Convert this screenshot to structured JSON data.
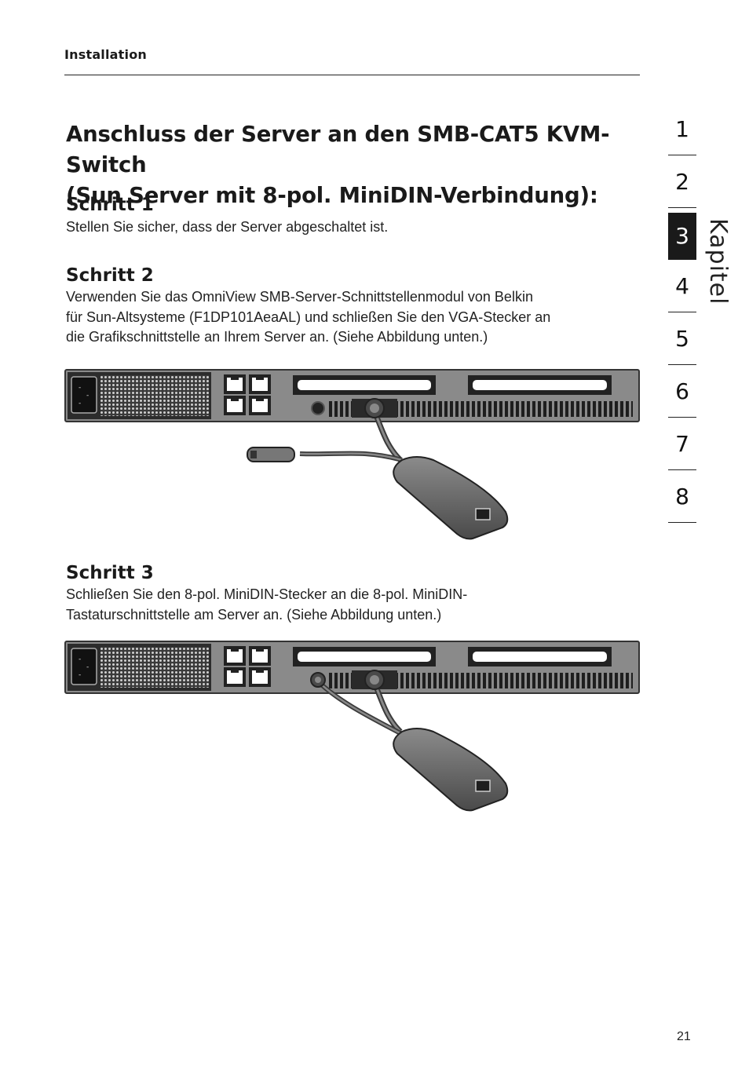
{
  "header": {
    "section": "Installation"
  },
  "title_line1": "Anschluss der Server an den SMB-CAT5 KVM-Switch",
  "title_line2": "(Sun Server mit 8-pol. MiniDIN-Verbindung):",
  "steps": [
    {
      "heading": "Schritt 1",
      "text": "Stellen Sie sicher, dass der Server abgeschaltet ist."
    },
    {
      "heading": "Schritt 2",
      "lines": [
        "Verwenden Sie das OmniView SMB-Server-Schnittstellenmodul von Belkin",
        "für Sun-Altsysteme (F1DP101AeaAL) und schließen Sie den VGA-Stecker an",
        "die Grafikschnittstelle an Ihrem Server an. (Siehe Abbildung unten.)"
      ]
    },
    {
      "heading": "Schritt 3",
      "lines": [
        "Schließen Sie den 8-pol. MiniDIN-Stecker an die 8-pol. MiniDIN-",
        "Tastaturschnittstelle am Server an. (Siehe Abbildung unten.)"
      ]
    }
  ],
  "chapters": [
    "1",
    "2",
    "3",
    "4",
    "5",
    "6",
    "7",
    "8"
  ],
  "active_chapter": "3",
  "chapter_label": "Kapitel",
  "page_number": "21"
}
